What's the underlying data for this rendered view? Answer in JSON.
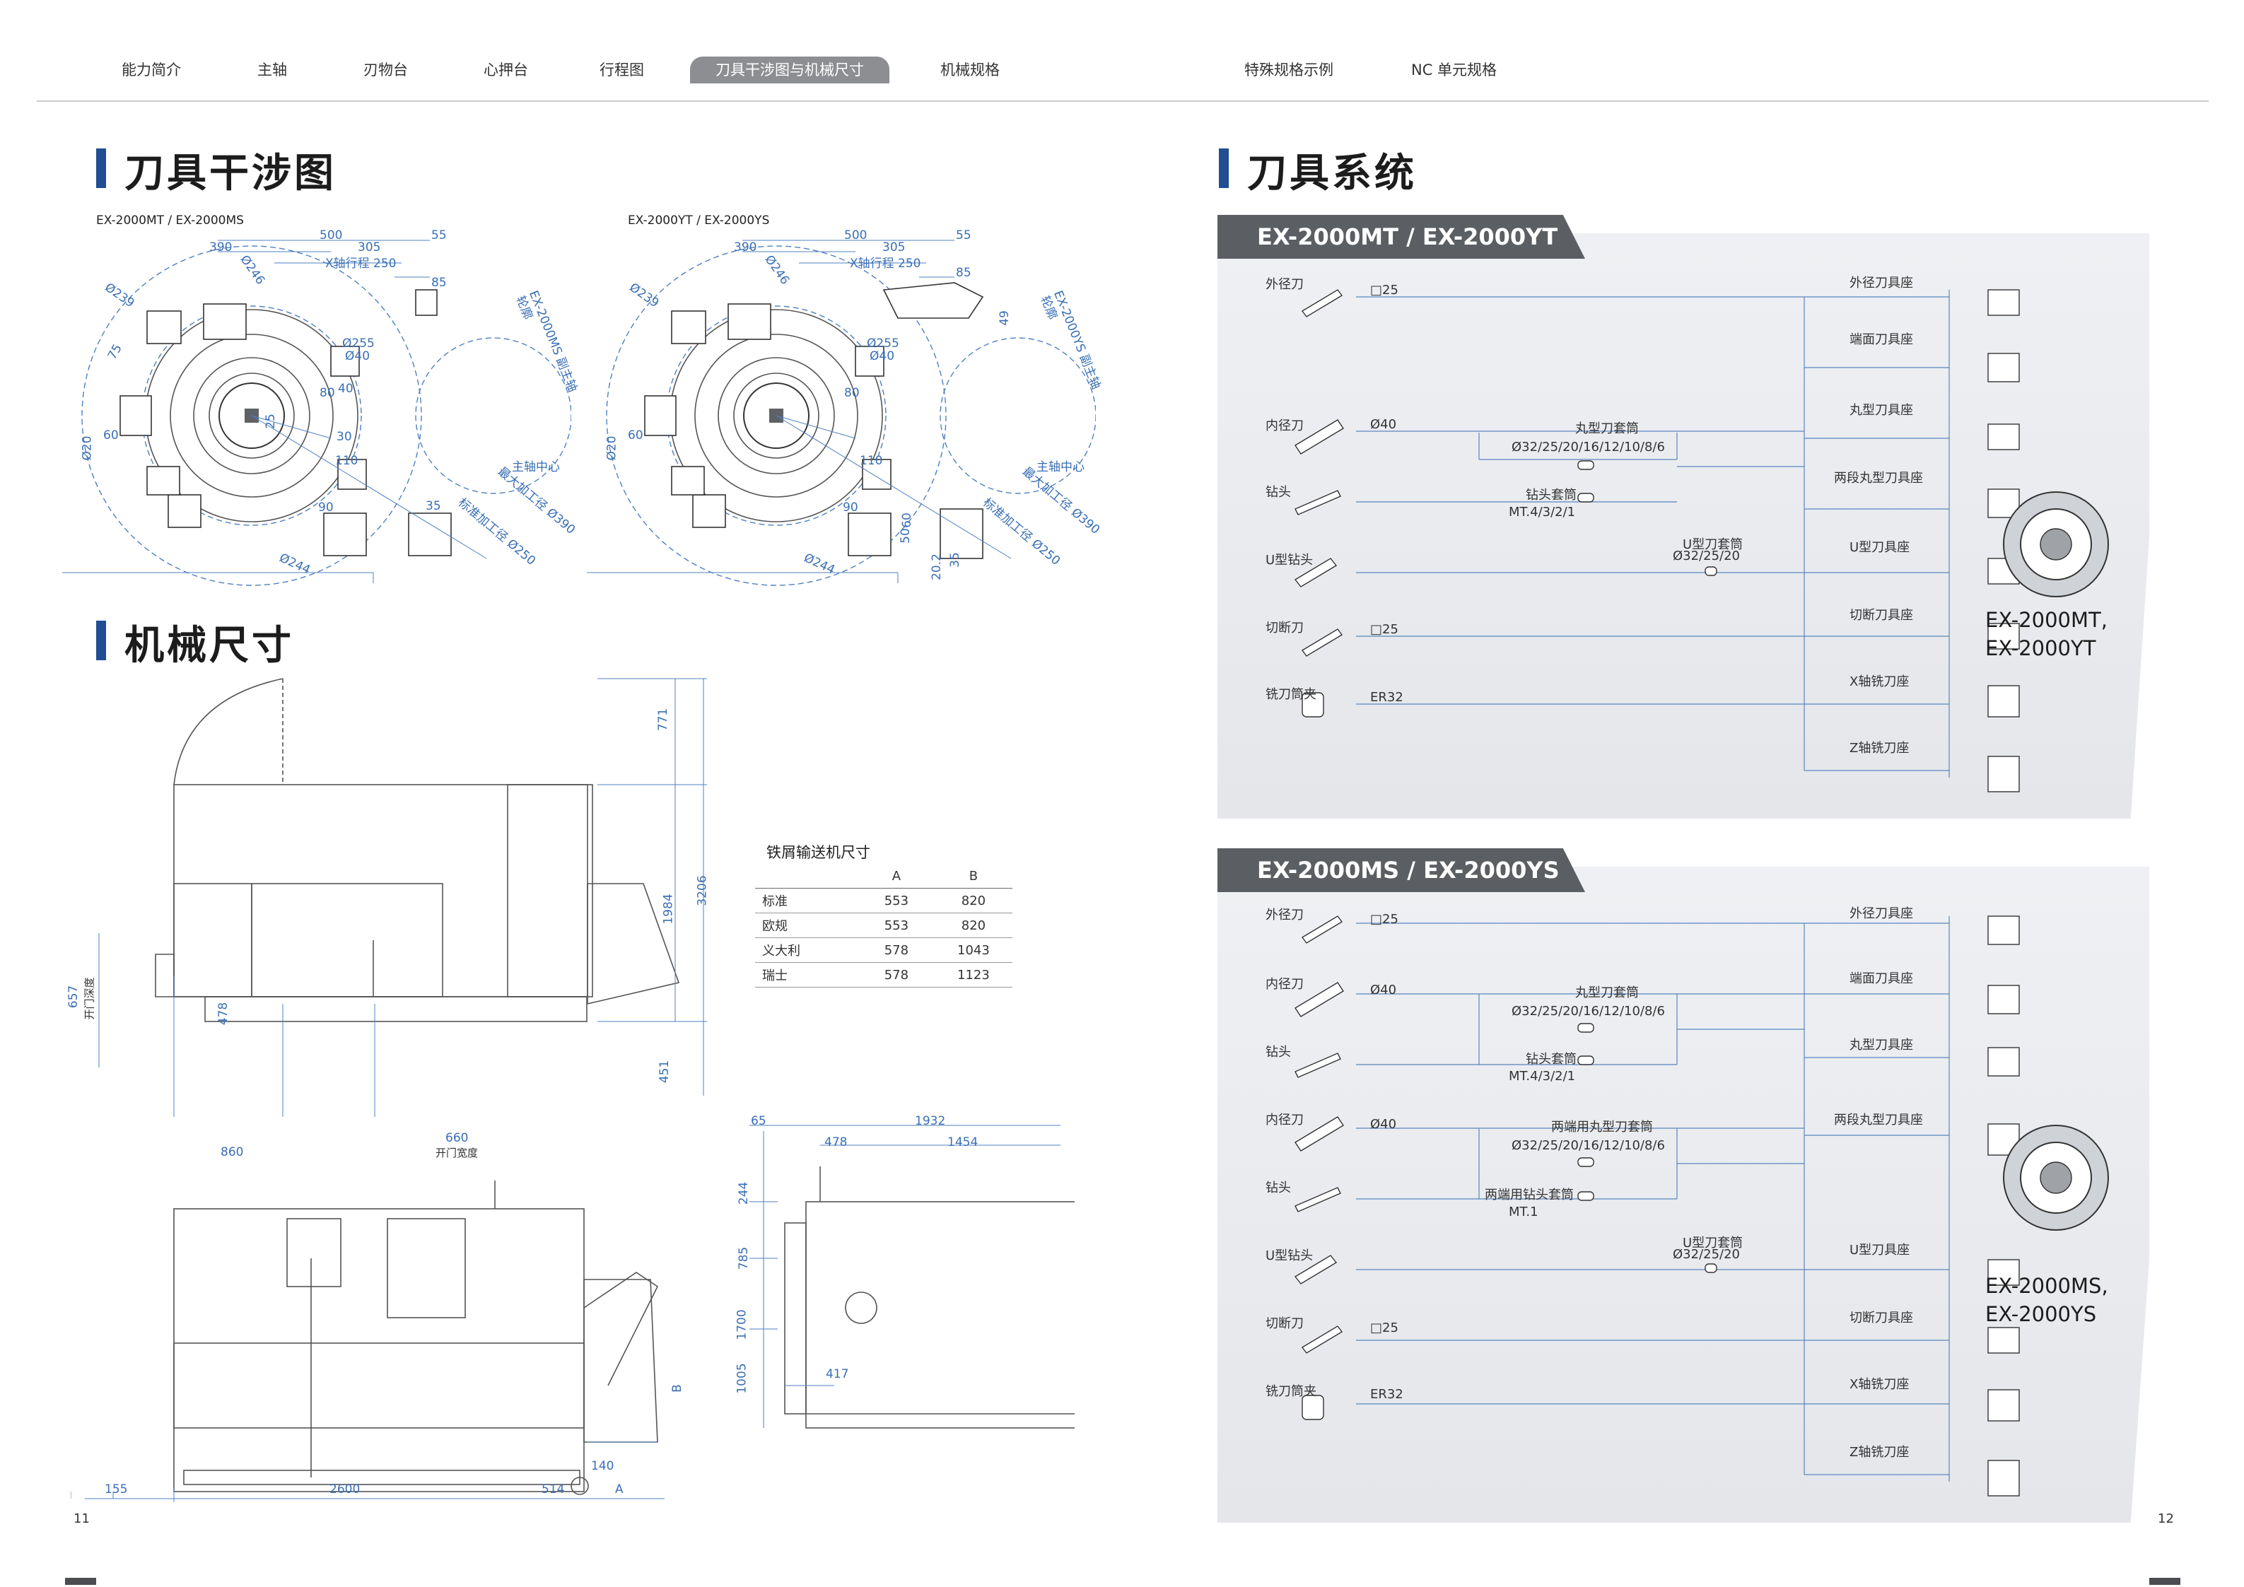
{
  "nav": {
    "items": [
      "能力简介",
      "主轴",
      "刃物台",
      "心押台",
      "行程图",
      "刀具干涉图与机械尺寸",
      "机械规格",
      "特殊规格示例",
      "NC 单元规格"
    ],
    "active": "刀具干涉图与机械尺寸"
  },
  "left": {
    "section1_title": "刀具干涉图",
    "section2_title": "机械尺寸",
    "diagram1": {
      "caption": "EX-2000MT / EX-2000MS",
      "dims": [
        "500",
        "305",
        "55",
        "390",
        "X轴行程 250",
        "85",
        "Ø246",
        "Ø239",
        "Ø255",
        "Ø40",
        "40",
        "80",
        "110",
        "90",
        "30",
        "35",
        "60",
        "Ø20",
        "25",
        "Ø244",
        "75",
        "主轴中心",
        "最大加工径 Ø390",
        "标准加工径 Ø250",
        "EX-2000MS 副主轴轮廓"
      ]
    },
    "diagram2": {
      "caption": "EX-2000YT / EX-2000YS",
      "dims": [
        "500",
        "305",
        "55",
        "390",
        "X轴行程 250",
        "85",
        "49",
        "Ø246",
        "Ø239",
        "Ø255",
        "Ø40",
        "80",
        "110",
        "90",
        "50",
        "60",
        "35",
        "20.2",
        "Ø244",
        "Ø20",
        "60",
        "主轴中心",
        "最大加工径 Ø390",
        "标准加工径 Ø250",
        "EX-2000YS 副主轴轮廓"
      ]
    },
    "machine_dims": {
      "vertical": [
        "771",
        "3206",
        "1984",
        "451",
        "657",
        "开门深度",
        "478"
      ],
      "horizontal": [
        "860",
        "660",
        "开门宽度",
        "155",
        "2600",
        "514",
        "A",
        "140",
        "B"
      ],
      "side": [
        "65",
        "1932",
        "478",
        "1454",
        "244",
        "785",
        "1700",
        "1005",
        "417"
      ]
    },
    "conveyor": {
      "title": "铁屑输送机尺寸",
      "headers": [
        "",
        "A",
        "B"
      ],
      "rows": [
        [
          "标准",
          "553",
          "820"
        ],
        [
          "欧规",
          "553",
          "820"
        ],
        [
          "义大利",
          "578",
          "1043"
        ],
        [
          "瑞士",
          "578",
          "1123"
        ]
      ]
    },
    "page_number": "11"
  },
  "right": {
    "section_title": "刀具系统",
    "panel1": {
      "tab": "EX-2000MT / EX-2000YT",
      "tools": [
        "外径刀",
        "内径刀",
        "钻头",
        "U型钻头",
        "切断刀",
        "铣刀筒夹"
      ],
      "specs": [
        "□25",
        "Ø40",
        "□25",
        "ER32"
      ],
      "sleeve1_title": "丸型刀套筒",
      "sleeve1_sizes": "Ø32/25/20/16/12/10/8/6",
      "sleeve2_title": "钻头套筒",
      "sleeve2_sizes": "MT.4/3/2/1",
      "sleeve3_title": "U型刀套筒",
      "sleeve3_sizes": "Ø32/25/20",
      "holders": [
        "外径刀具座",
        "端面刀具座",
        "丸型刀具座",
        "两段丸型刀具座",
        "U型刀具座",
        "切断刀具座",
        "X轴铣刀座",
        "Z轴铣刀座"
      ],
      "model_line1": "EX-2000MT,",
      "model_line2": "EX-2000YT"
    },
    "panel2": {
      "tab": "EX-2000MS / EX-2000YS",
      "tools": [
        "外径刀",
        "内径刀",
        "钻头",
        "内径刀",
        "钻头",
        "U型钻头",
        "切断刀",
        "铣刀筒夹"
      ],
      "specs": [
        "□25",
        "Ø40",
        "Ø40",
        "□25",
        "ER32"
      ],
      "sleeve1_title": "丸型刀套筒",
      "sleeve1_sizes": "Ø32/25/20/16/12/10/8/6",
      "sleeve2_title": "钻头套筒",
      "sleeve2_sizes": "MT.4/3/2/1",
      "sleeve3_title": "两端用丸型刀套筒",
      "sleeve3_sizes": "Ø32/25/20/16/12/10/8/6",
      "sleeve4_title": "两端用钻头套筒",
      "sleeve4_sizes": "MT.1",
      "sleeve5_title": "U型刀套筒",
      "sleeve5_sizes": "Ø32/25/20",
      "holders": [
        "外径刀具座",
        "端面刀具座",
        "丸型刀具座",
        "两段丸型刀具座",
        "U型刀具座",
        "切断刀具座",
        "X轴铣刀座",
        "Z轴铣刀座"
      ],
      "model_line1": "EX-2000MS,",
      "model_line2": "EX-2000YS"
    },
    "page_number": "12"
  },
  "colors": {
    "accent": "#1f4e93",
    "dim_blue": "#3a6fb4",
    "tab_gray": "#5b5e63"
  }
}
